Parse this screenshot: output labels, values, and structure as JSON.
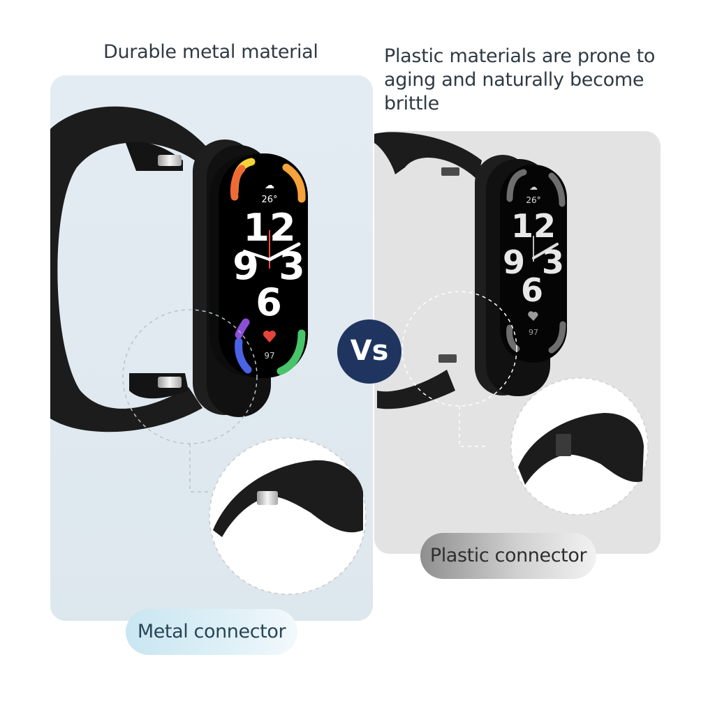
{
  "headings": {
    "left": "Durable metal material",
    "right": "Plastic materials are prone to aging and naturally become brittle"
  },
  "labels": {
    "metal": "Metal connector",
    "plastic": "Plastic connector",
    "vs": "Vs"
  },
  "watch_face": {
    "temperature": "26°",
    "hour_top": "12",
    "hour_left": "9",
    "hour_right": "3",
    "hour_bottom": "6",
    "heart_rate": "97"
  },
  "colors": {
    "vs_badge": "#1f3560",
    "strap": "#1c1c1c",
    "metal_panel": "#e3ecf2",
    "plastic_panel": "#e3e3e3"
  }
}
